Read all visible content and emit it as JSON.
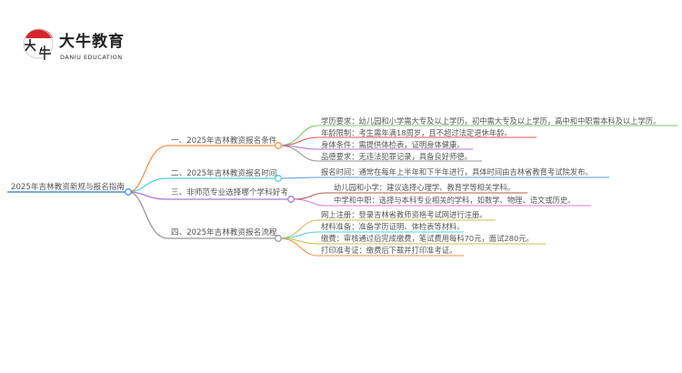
{
  "logo": {
    "name_cn": "大牛教育",
    "name_en": "DANIU EDUCATION",
    "mark": "大牛"
  },
  "root": {
    "label": "2025年吉林教资新规与报名指南"
  },
  "branches": [
    {
      "label": "一、2025年吉林教资报名条件",
      "color": "#f5924a",
      "leaves": [
        {
          "text": "学历要求：幼儿园和小学需大专及以上学历，初中需大专及以上学历，高中和中职需本科及以上学历。",
          "color": "#7cc86c"
        },
        {
          "text": "年龄限制：考生需年满18周岁，且不超过法定退休年龄。",
          "color": "#e0555f"
        },
        {
          "text": "身体条件：需提供体检表，证明身体健康。",
          "color": "#a77bd6"
        },
        {
          "text": "品德要求：无违法犯罪记录，具备良好师德。",
          "color": "#999999"
        }
      ]
    },
    {
      "label": "二、2025年吉林教资报名时间",
      "color": "#4fd0e0",
      "leaves": [
        {
          "text": "报名时间：通常在每年上半年和下半年进行，具体时间由吉林省教育考试院发布。",
          "color": "#5aa0e0"
        }
      ]
    },
    {
      "label": "三、非师范专业选择哪个学科好考",
      "color": "#a77bd6",
      "leaves": [
        {
          "text": "幼儿园和小学：建议选择心理学、教育学等相关学科。",
          "color": "#a5624e"
        },
        {
          "text": "中学和中职：选择与本科专业相关的学科，如数学、物理、语文或历史。",
          "color": "#e87bc8"
        }
      ]
    },
    {
      "label": "四、2025年吉林教资报名流程",
      "color": "#999999",
      "leaves": [
        {
          "text": "网上注册：登录吉林省教师资格考试网进行注册。",
          "color": "#c7c24a"
        },
        {
          "text": "材料准备：准备学历证明、体检表等材料。",
          "color": "#4fd0e0"
        },
        {
          "text": "缴费：审核通过后完成缴费，笔试费用每科70元，面试280元。",
          "color": "#c7c24a"
        },
        {
          "text": "打印准考证：缴费后下载并打印准考证。",
          "color": "#f5924a"
        }
      ]
    }
  ]
}
